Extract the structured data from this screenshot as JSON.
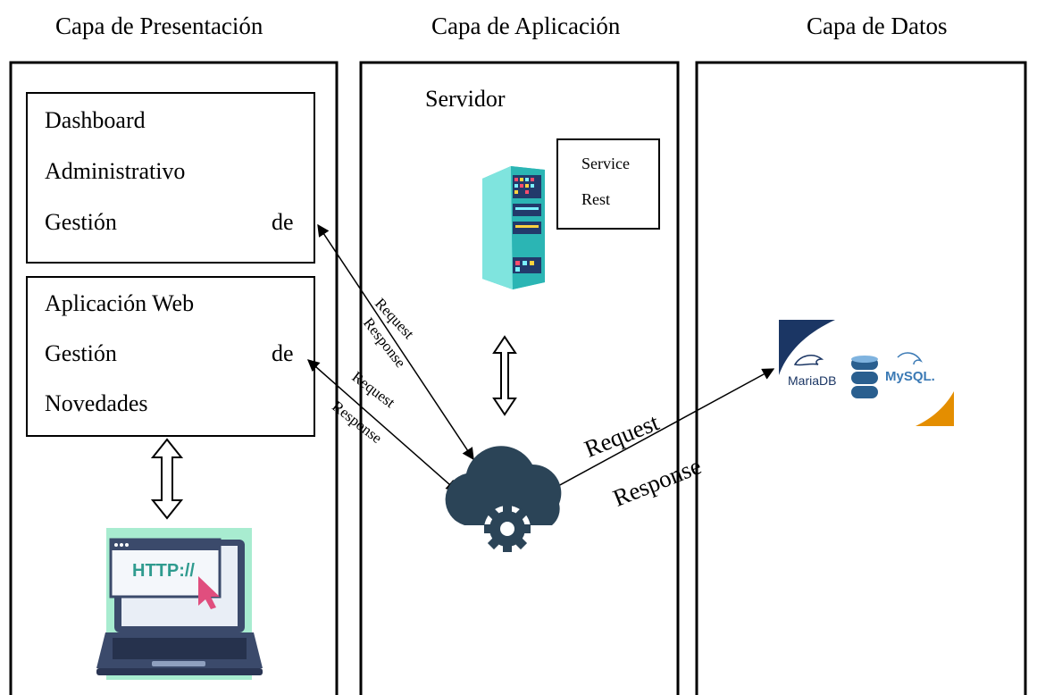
{
  "layers": {
    "presentation": "Capa de Presentación",
    "application": "Capa de Aplicación",
    "data": "Capa de Datos"
  },
  "dashboard": {
    "line1": "Dashboard",
    "line2": "Administrativo",
    "line3a": "Gestión",
    "line3b": "de"
  },
  "webapp": {
    "line1": "Aplicación Web",
    "line2a": "Gestión",
    "line2b": "de",
    "line3": "Novedades"
  },
  "server": {
    "label": "Servidor",
    "service_line1": "Service",
    "service_line2": "Rest"
  },
  "connections": {
    "dashboard_request": "Request",
    "dashboard_response": "Response",
    "webapp_request": "Request",
    "webapp_response": "Response",
    "db_request": "Request",
    "db_response": "Response"
  },
  "database": {
    "mariadb": "MariaDB",
    "mysql": "MySQL."
  },
  "laptop": {
    "url_text": "HTTP://"
  },
  "icons": [
    "server-rack-icon",
    "cloud-gear-icon",
    "laptop-http-icon",
    "database-logos-icon",
    "double-arrow-icon"
  ],
  "colors": {
    "cloud": "#2b4457",
    "server_teal": "#4fd1c5",
    "laptop_bg": "#a8ecd0",
    "mysql_orange": "#e48e00",
    "mariadb_navy": "#1b3664"
  }
}
